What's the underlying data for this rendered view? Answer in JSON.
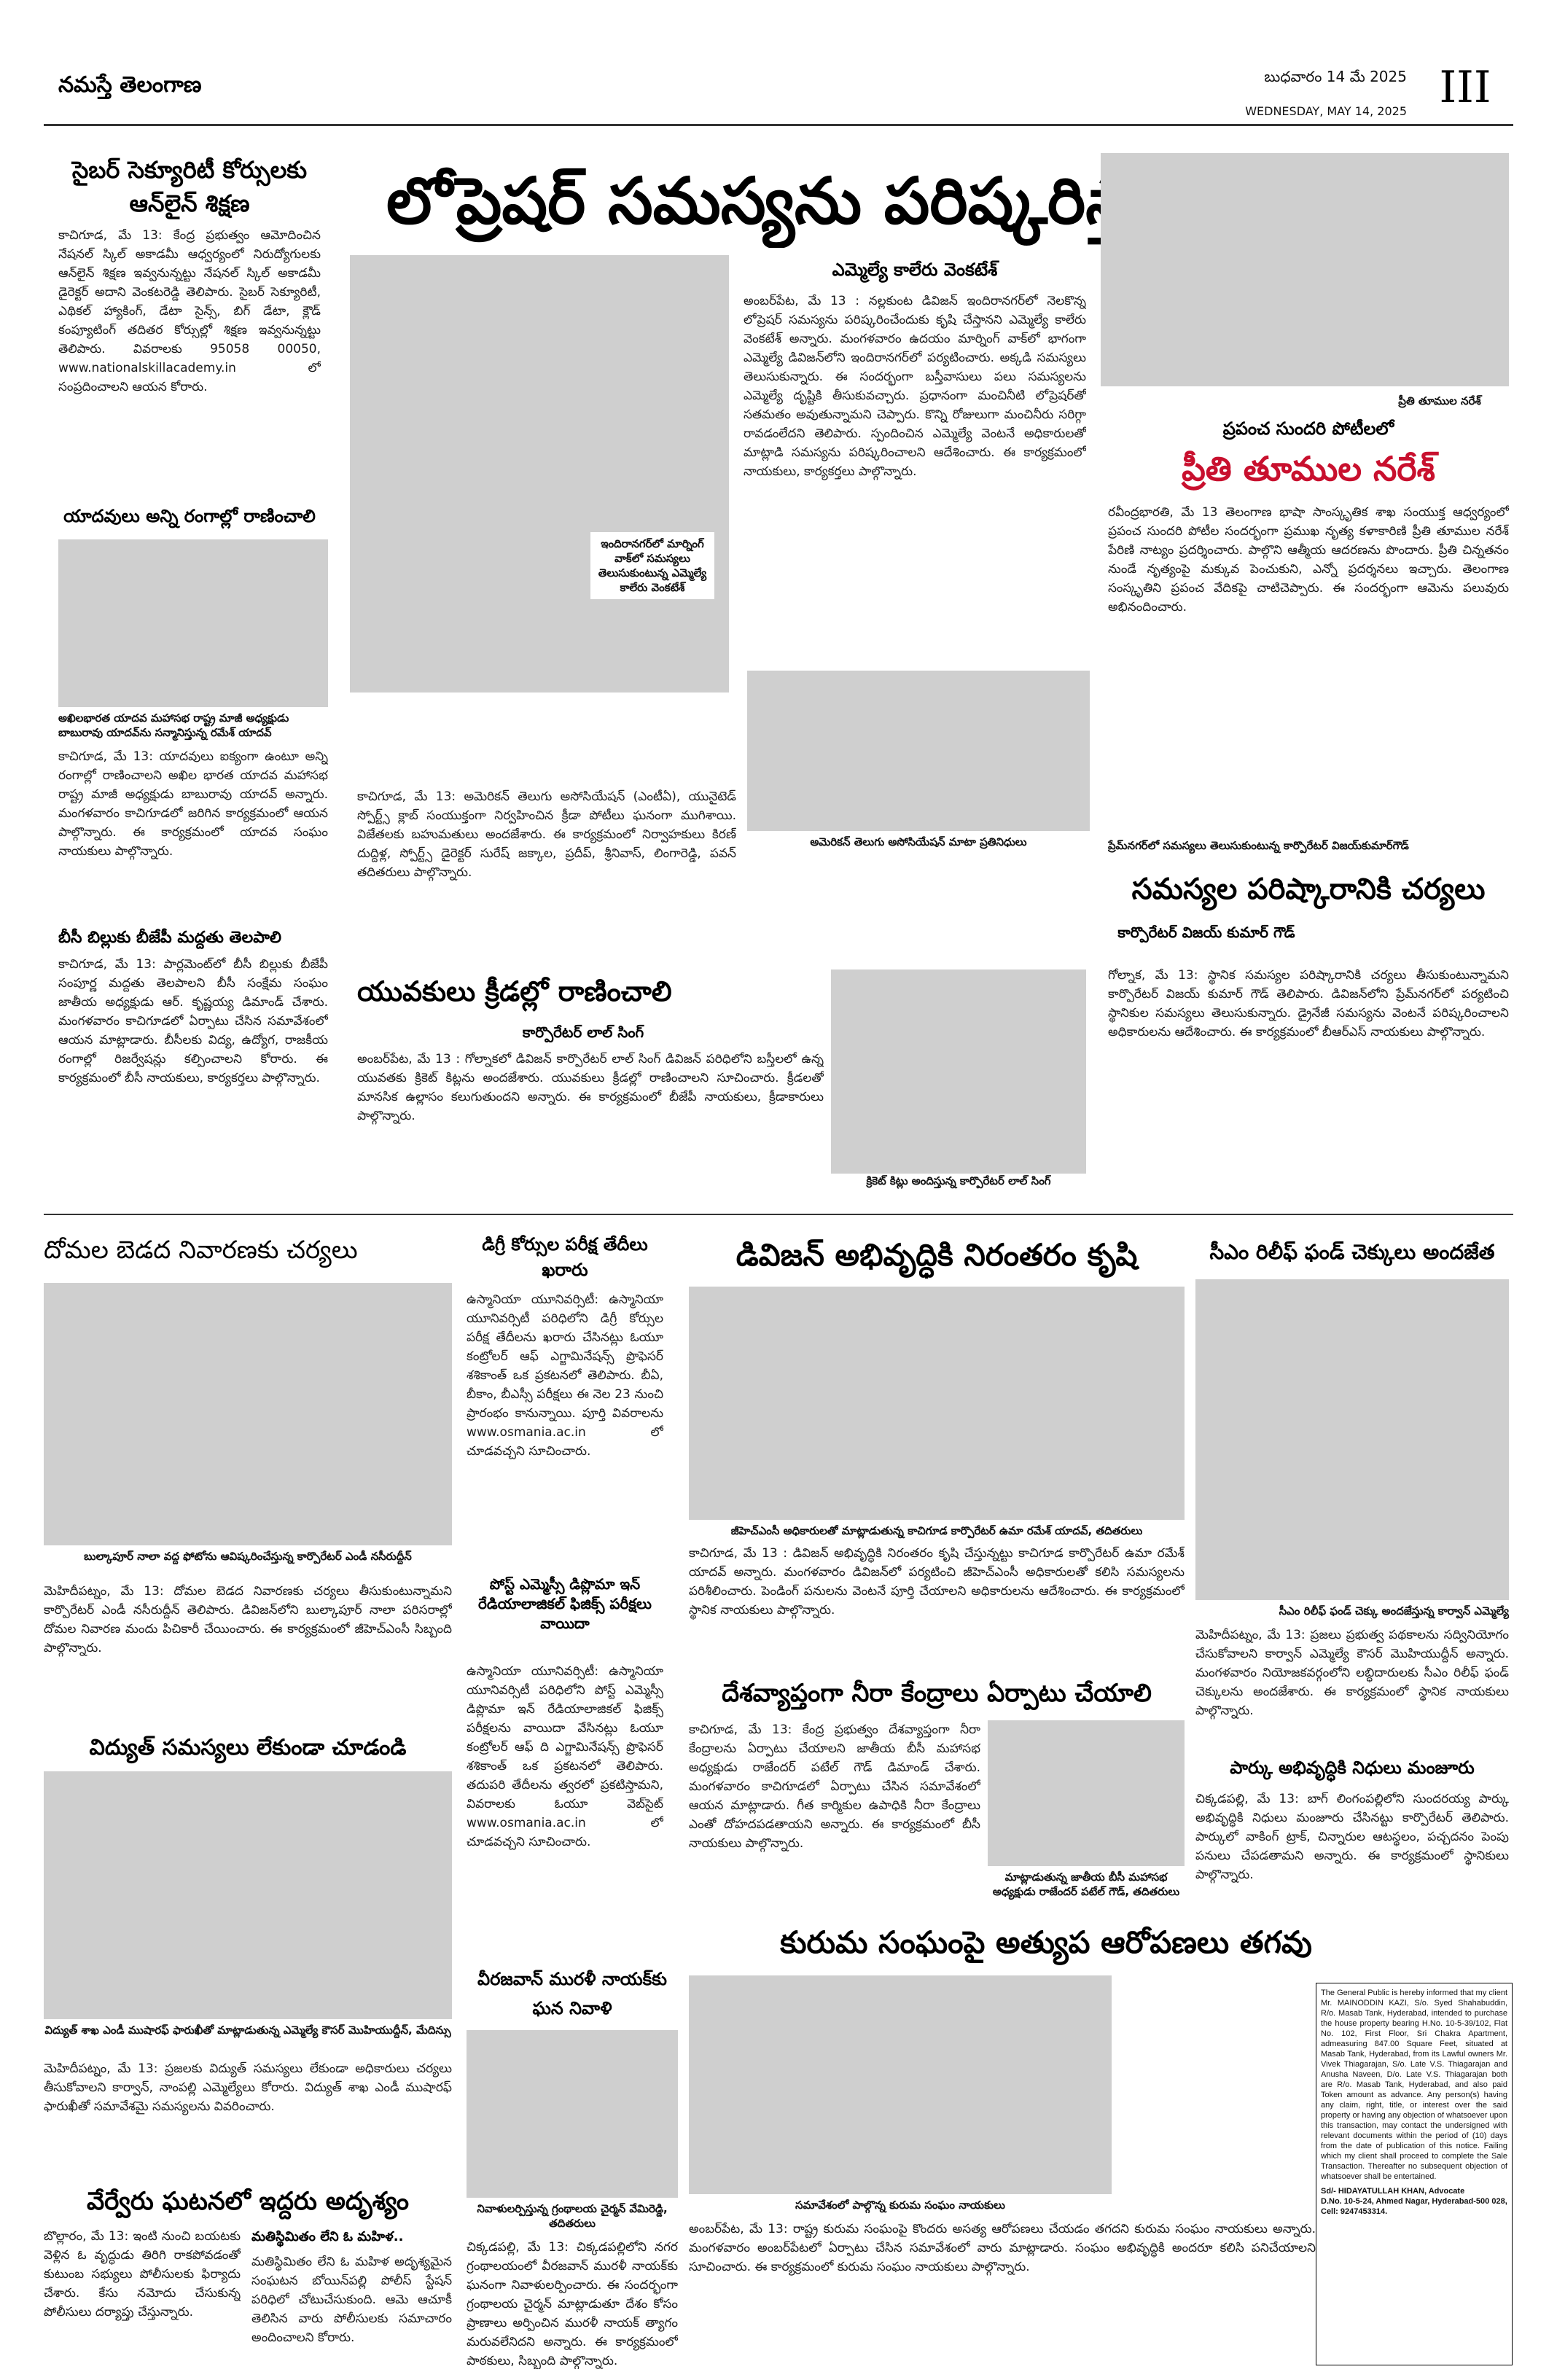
{
  "masthead": {
    "paper_name": "నమస్తే తెలంగాణ",
    "date_telugu": "బుధవారం 14 మే 2025",
    "date_english": "WEDNESDAY, MAY 14, 2025",
    "page_no": "III"
  },
  "main": {
    "headline": "లోప్రెషర్ సమస్యను పరిష్కరిస్తా",
    "sub": "ఎమ్మెల్యే కాలేరు వెంకటేశ్",
    "body": "అంబర్‌పేట, మే 13 : నల్లకుంట డివిజన్ ఇందిరానగర్‌లో నెలకొన్న లోప్రెషర్ సమస్యను పరిష్కరించేందుకు కృషి చేస్తానని ఎమ్మెల్యే కాలేరు వెంకటేశ్ అన్నారు. మంగళవారం ఉదయం మార్నింగ్ వాక్‌లో భాగంగా ఎమ్మెల్యే డివిజన్‌లోని ఇందిరానగర్‌లో పర్యటించారు. అక్కడి సమస్యలు తెలుసుకున్నారు. ఈ సందర్భంగా బస్తీవాసులు పలు సమస్యలను ఎమ్మెల్యే దృష్టికి తీసుకువచ్చారు. ప్రధానంగా మంచినీటి లోప్రెషర్‌తో సతమతం అవుతున్నామని చెప్పారు. కొన్ని రోజులుగా మంచినీరు సరిగ్గా రావడంలేదని తెలిపారు. స్పందించిన ఎమ్మెల్యే వెంటనే అధికారులతో మాట్లాడి సమస్యను పరిష్కరించాలని ఆదేశించారు. ఈ కార్యక్రమంలో నాయకులు, కార్యకర్తలు పాల్గొన్నారు.",
    "caption": "ఇందిరానగర్‌లో మార్నింగ్ వాక్‌లో సమస్యలు తెలుసుకుంటున్న ఎమ్మెల్యే కాలేరు వెంకటేశ్"
  },
  "cyber": {
    "headline": "సైబర్ సెక్యూరిటీ కోర్సులకు ఆన్‌లైన్ శిక్షణ",
    "body": "కాచిగూడ, మే 13: కేంద్ర ప్రభుత్వం ఆమోదించిన నేషనల్ స్కిల్ అకాడమీ ఆధ్వర్యంలో నిరుద్యోగులకు ఆన్‌లైన్ శిక్షణ ఇవ్వనున్నట్టు నేషనల్ స్కిల్ అకాడమీ డైరెక్టర్ అదాని వెంకటరెడ్డి తెలిపారు. సైబర్ సెక్యూరిటీ, ఎథికల్ హ్యాకింగ్, డేటా సైన్స్, బిగ్ డేటా, క్లౌడ్ కంప్యూటింగ్ తదితర కోర్సుల్లో శిక్షణ ఇవ్వనున్నట్టు తెలిపారు. వివరాలకు 95058 00050, www.nationalskillacademy.in లో సంప్రదించాలని ఆయన కోరారు."
  },
  "yadav": {
    "headline": "యాదవులు అన్ని రంగాల్లో రాణించాలి",
    "kicker": "అఖిలభారత యాదవ మహాసభ రాష్ట్ర మాజీ అధ్యక్షుడు బాబురావు యాదవ్‌ను సన్మానిస్తున్న రమేశ్ యాదవ్",
    "body": "కాచిగూడ, మే 13: యాదవులు ఐక్యంగా ఉంటూ అన్ని రంగాల్లో రాణించాలని అఖిల భారత యాదవ మహాసభ రాష్ట్ర మాజీ అధ్యక్షుడు బాబురావు యాదవ్ అన్నారు. మంగళవారం కాచిగూడలో జరిగిన కార్యక్రమంలో ఆయన పాల్గొన్నారు. ఈ కార్యక్రమంలో యాదవ సంఘం నాయకులు పాల్గొన్నారు."
  },
  "bc": {
    "headline": "బీసీ బిల్లుకు బీజేపీ మద్దతు తెలపాలి",
    "body": "కాచిగూడ, మే 13: పార్లమెంట్‌లో బీసీ బిల్లుకు బీజేపీ సంపూర్ణ మద్దతు తెలపాలని బీసీ సంక్షేమ సంఘం జాతీయ అధ్యక్షుడు ఆర్. కృష్ణయ్య డిమాండ్ చేశారు. మంగళవారం కాచిగూడలో ఏర్పాటు చేసిన సమావేశంలో ఆయన మాట్లాడారు. బీసీలకు విద్య, ఉద్యోగ, రాజకీయ రంగాల్లో రిజర్వేషన్లు కల్పించాలని కోరారు. ఈ కార్యక్రమంలో బీసీ నాయకులు, కార్యకర్తలు పాల్గొన్నారు."
  },
  "telugu_assoc": {
    "kicker": "అమెరికన్ తెలుగు అసోసియేషన్ మాటా ప్రతినిధులు",
    "body": "కాచిగూడ, మే 13: అమెరికన్ తెలుగు అసోసియేషన్ (ఎంటీఏ), యునైటెడ్ స్పోర్ట్స్ క్లాబ్ సంయుక్తంగా నిర్వహించిన క్రీడా పోటీలు ఘనంగా ముగిశాయి. విజేతలకు బహుమతులు అందజేశారు. ఈ కార్యక్రమంలో నిర్వాహకులు కిరణ్ దుద్దిళ్ల, స్పోర్ట్స్ డైరెక్టర్ సురేష్ జక్కాల, ప్రదీప్, శ్రీనివాస్, లింగారెడ్డి, పవన్ తదితరులు పాల్గొన్నారు."
  },
  "sports": {
    "headline": "యువకులు క్రీడల్లో రాణించాలి",
    "sub": "కార్పొరేటర్ లాల్ సింగ్",
    "body": "అంబర్‌పేట, మే 13 : గోల్నాకలో డివిజన్ కార్పొరేటర్ లాల్ సింగ్ డివిజన్ పరిధిలోని బస్తీలలో ఉన్న యువతకు క్రికెట్ కిట్లను అందజేశారు. యువకులు క్రీడల్లో రాణించాలని సూచించారు. క్రీడలతో మానసిక ఉల్లాసం కలుగుతుందని అన్నారు. ఈ కార్యక్రమంలో బీజేపీ నాయకులు, క్రీడాకారులు పాల్గొన్నారు.",
    "caption": "క్రికెట్ కిట్లు అందిస్తున్న కార్పొరేటర్ లాల్ సింగ్"
  },
  "miss_world": {
    "photo_caption": "ప్రీతి తూముల నరేశ్",
    "kicker": "ప్రపంచ సుందరి పోటీలలో",
    "headline": "ప్రీతి తూముల నరేశ్",
    "body": "రవీంద్రభారతి, మే 13 తెలంగాణ భాషా సాంస్కృతిక శాఖ సంయుక్త ఆధ్వర్యంలో ప్రపంచ సుందరి పోటీల సందర్భంగా ప్రముఖ నృత్య కళాకారిణి ప్రీతి తూముల నరేశ్ పేరిణి నాట్యం ప్రదర్శించారు. పాల్గొని ఆత్మీయ ఆదరణను పొందారు. ప్రీతి చిన్నతనం నుండే నృత్యంపై మక్కువ పెంచుకుని, ఎన్నో ప్రదర్శనలు ఇచ్చారు. తెలంగాణ సంస్కృతిని ప్రపంచ వేదికపై చాటిచెప్పారు. ఈ సందర్భంగా ఆమెను పలువురు అభినందించారు."
  },
  "corp": {
    "kicker": "ప్రేమ్‌నగర్‌లో సమస్యలు తెలుసుకుంటున్న కార్పొరేటర్ విజయ్‌కుమార్‌గౌడ్",
    "headline": "సమస్యల పరిష్కారానికి చర్యలు",
    "sub": "కార్పొరేటర్ విజయ్ కుమార్ గౌడ్",
    "body": "గోల్నాక, మే 13: స్థానిక సమస్యల పరిష్కారానికి చర్యలు తీసుకుంటున్నామని కార్పొరేటర్ విజయ్ కుమార్ గౌడ్ తెలిపారు. డివిజన్‌లోని ప్రేమ్‌నగర్‌లో పర్యటించి స్థానికుల సమస్యలు తెలుసుకున్నారు. డ్రైనేజీ సమస్యను వెంటనే పరిష్కరించాలని అధికారులను ఆదేశించారు. ఈ కార్యక్రమంలో బీఆర్ఎస్ నాయకులు పాల్గొన్నారు."
  },
  "mosquito": {
    "headline": "దోమల బెడద నివారణకు చర్యలు"
  },
  "flyover": {
    "kicker": "బుల్కాపూర్ నాలా వద్ద ఫోటోను ఆవిష్కరించేస్తున్న కార్పొరేటర్ ఎండీ నసీరుద్దీన్",
    "body": "మెహిదీపట్నం, మే 13: దోమల బెడద నివారణకు చర్యలు తీసుకుంటున్నామని కార్పొరేటర్ ఎండీ నసీరుద్దీన్ తెలిపారు. డివిజన్‌లోని బుల్కాపూర్ నాలా పరిసరాల్లో దోమల నివారణ మందు పిచికారీ చేయించారు. ఈ కార్యక్రమంలో జీహెచ్ఎంసీ సిబ్బంది పాల్గొన్నారు."
  },
  "power": {
    "headline": "విద్యుత్ సమస్యలు లేకుండా చూడండి",
    "kicker": "విద్యుత్ శాఖ ఎండీ ముషారఫ్ ఫారుఖీతో మాట్లాడుతున్న ఎమ్మెల్యే కౌసర్ మొహియుద్దీన్, మేదిన్సు",
    "body": "మెహిదీపట్నం, మే 13: ప్రజలకు విద్యుత్ సమస్యలు లేకుండా అధికారులు చర్యలు తీసుకోవాలని కార్వాన్, నాంపల్లి ఎమ్మెల్యేలు కోరారు. విద్యుత్ శాఖ ఎండీ ముషారఫ్ ఫారుఖీతో సమావేశమై సమస్యలను వివరించారు."
  },
  "missing": {
    "headline": "వేర్వేరు ఘటనలో ఇద్దరు అదృశ్యం",
    "body": "బొల్లారం, మే 13: ఇంటి నుంచి బయటకు వెళ్లిన ఓ వృద్ధుడు తిరిగి రాకపోవడంతో కుటుంబ సభ్యులు పోలీసులకు ఫిర్యాదు చేశారు. కేసు నమోదు చేసుకున్న పోలీసులు దర్యాప్తు చేస్తున్నారు.",
    "sub2": "మతిస్థిమితం లేని ఓ మహిళ..",
    "body2": "మతిస్థిమితం లేని ఓ మహిళ అదృశ్యమైన సంఘటన బోయిన్‌పల్లి పోలీస్ స్టేషన్ పరిధిలో చోటుచేసుకుంది. ఆమె ఆచూకీ తెలిసిన వారు పోలీసులకు సమాచారం అందించాలని కోరారు."
  },
  "degree": {
    "headline": "డిగ్రీ కోర్సుల పరీక్ష తేదీలు ఖరారు",
    "body": "ఉస్మానియా యూనివర్సిటీ: ఉస్మానియా యూనివర్సిటీ పరిధిలోని డిగ్రీ కోర్సుల పరీక్ష తేదీలను ఖరారు చేసినట్లు ఓయూ కంట్రోలర్ ఆఫ్ ఎగ్జామినేషన్స్ ప్రొఫెసర్ శశికాంత్ ఒక ప్రకటనలో తెలిపారు. బీఏ, బీకాం, బీఎస్సీ పరీక్షలు ఈ నెల 23 నుంచి ప్రారంభం కానున్నాయి. పూర్తి వివరాలను www.osmania.ac.in లో చూడవచ్చని సూచించారు."
  },
  "postmsc": {
    "headline": "పోస్ట్ ఎమ్మెస్సీ డిప్లొమా ఇన్ రేడియాలాజికల్ ఫిజిక్స్ పరీక్షలు వాయిదా",
    "body": "ఉస్మానియా యూనివర్సిటీ: ఉస్మానియా యూనివర్సిటీ పరిధిలోని పోస్ట్ ఎమ్మెస్సీ డిప్లొమా ఇన్ రేడియాలాజికల్ ఫిజిక్స్ పరీక్షలను వాయిదా వేసినట్లు ఓయూ కంట్రోలర్ ఆఫ్ ది ఎగ్జామినేషన్స్ ప్రొఫెసర్ శశికాంత్ ఒక ప్రకటనలో తెలిపారు. తదుపరి తేదీలను త్వరలో ప్రకటిస్తామని, వివరాలకు ఓయూ వెబ్‌సైట్ www.osmania.ac.in లో చూడవచ్చని సూచించారు."
  },
  "veerajawan": {
    "headline": "వీరజవాన్ మురళీ నాయక్‌కు ఘన నివాళి",
    "kicker": "నివాళులర్పిస్తున్న గ్రంథాలయ చైర్మన్ వేమిరెడ్డి, తదితరులు",
    "body": "చిక్కడపల్లి, మే 13: చిక్కడపల్లిలోని నగర గ్రంథాలయంలో వీరజవాన్ మురళీ నాయక్‌కు ఘనంగా నివాళులర్పించారు. ఈ సందర్భంగా గ్రంథాలయ చైర్మన్ మాట్లాడుతూ దేశం కోసం ప్రాణాలు అర్పించిన మురళీ నాయక్ త్యాగం మరువలేనిదని అన్నారు. ఈ కార్యక్రమంలో పాఠకులు, సిబ్బంది పాల్గొన్నారు."
  },
  "division": {
    "headline": "డివిజన్ అభివృద్ధికి నిరంతరం కృషి",
    "kicker": "జీహెచ్ఎంసీ అధికారులతో మాట్లాడుతున్న కాచిగూడ కార్పొరేటర్ ఉమా రమేశ్ యాదవ్, తదితరులు",
    "body": "కాచిగూడ, మే 13 : డివిజన్ అభివృద్ధికి నిరంతరం కృషి చేస్తున్నట్టు కాచిగూడ కార్పొరేటర్ ఉమా రమేశ్ యాదవ్ అన్నారు. మంగళవారం డివిజన్‌లో పర్యటించి జీహెచ్ఎంసీ అధికారులతో కలిసి సమస్యలను పరిశీలించారు. పెండింగ్ పనులను వెంటనే పూర్తి చేయాలని అధికారులను ఆదేశించారు. ఈ కార్యక్రమంలో స్థానిక నాయకులు పాల్గొన్నారు."
  },
  "water": {
    "headline": "దేశవ్యాప్తంగా నీరా కేంద్రాలు ఏర్పాటు చేయాలి",
    "caption": "మాట్లాడుతున్న జాతీయ బీసీ మహాసభ అధ్యక్షుడు రాజేందర్ పటేల్ గౌడ్, తదితరులు",
    "body": "కాచిగూడ, మే 13: కేంద్ర ప్రభుత్వం దేశవ్యాప్తంగా నీరా కేంద్రాలను ఏర్పాటు చేయాలని జాతీయ బీసీ మహాసభ అధ్యక్షుడు రాజేందర్ పటేల్ గౌడ్ డిమాండ్ చేశారు. మంగళవారం కాచిగూడలో ఏర్పాటు చేసిన సమావేశంలో ఆయన మాట్లాడారు. గీత కార్మికుల ఉపాధికి నీరా కేంద్రాలు ఎంతో దోహదపడతాయని అన్నారు. ఈ కార్యక్రమంలో బీసీ నాయకులు పాల్గొన్నారు."
  },
  "kuruma": {
    "headline": "కురుమ సంఘంపై అత్యుప ఆరోపణలు తగవు",
    "caption": "సమావేశంలో పాల్గొన్న కురుమ సంఘం నాయకులు",
    "body": "అంబర్‌పేట, మే 13: రాష్ట్ర కురుమ సంఘంపై కొందరు అసత్య ఆరోపణలు చేయడం తగదని కురుమ సంఘం నాయకులు అన్నారు. మంగళవారం అంబర్‌పేటలో ఏర్పాటు చేసిన సమావేశంలో వారు మాట్లాడారు. సంఘం అభివృద్ధికి అందరూ కలిసి పనిచేయాలని సూచించారు. ఈ కార్యక్రమంలో కురుమ సంఘం నాయకులు పాల్గొన్నారు."
  },
  "cmrf": {
    "headline": "సీఎం రిలీఫ్ ఫండ్ చెక్కులు అందజేత",
    "kicker": "సీఎం రిలీఫ్ ఫండ్ చెక్కు అందజేస్తున్న కార్వాన్ ఎమ్మెల్యే",
    "body": "మెహిదీపట్నం, మే 13: ప్రజలు ప్రభుత్వ పథకాలను సద్వినియోగం చేసుకోవాలని కార్వాన్ ఎమ్మెల్యే కౌసర్ మొహియుద్దీన్ అన్నారు. మంగళవారం నియోజకవర్గంలోని లబ్ధిదారులకు సీఎం రిలీఫ్ ఫండ్ చెక్కులను అందజేశారు. ఈ కార్యక్రమంలో స్థానిక నాయకులు పాల్గొన్నారు."
  },
  "park": {
    "headline": "పార్కు అభివృద్ధికి నిధులు మంజూరు",
    "body": "చిక్కడపల్లి, మే 13: బాగ్ లింగంపల్లిలోని సుందరయ్య పార్కు అభివృద్ధికి నిధులు మంజూరు చేసినట్టు కార్పొరేటర్ తెలిపారు. పార్కులో వాకింగ్ ట్రాక్, చిన్నారుల ఆటస్థలం, పచ్చదనం పెంపు పనులు చేపడతామని అన్నారు. ఈ కార్యక్రమంలో స్థానికులు పాల్గొన్నారు."
  },
  "notice": {
    "body": "The General Public is hereby informed that my client Mr. MAINODDIN KAZI, S/o. Syed Shahabuddin, R/o. Masab Tank, Hyderabad, intended to purchase the house property bearing H.No. 10-5-39/102, Flat No. 102, First Floor, Sri Chakra Apartment, admeasuring 847.00 Square Feet, situated at Masab Tank, Hyderabad, from its Lawful owners Mr. Vivek Thiagarajan, S/o. Late V.S. Thiagarajan and Anusha Naveen, D/o. Late V.S. Thiagarajan both are R/o. Masab Tank, Hyderabad, and also paid Token amount as advance. Any person(s) having any claim, right, title, or interest over the said property or having any objection of whatsoever upon this transaction, may contact the undersigned with relevant documents within the period of (10) days from the date of publication of this notice. Failing which my client shall proceed to complete the Sale Transaction. Thereafter no subsequent objection of whatsoever shall be entertained.",
    "signature": "Sd/- HIDAYATULLAH KHAN, Advocate",
    "address": "D.No. 10-5-24, Ahmed Nagar, Hyderabad-500 028, Cell: 9247453314."
  }
}
